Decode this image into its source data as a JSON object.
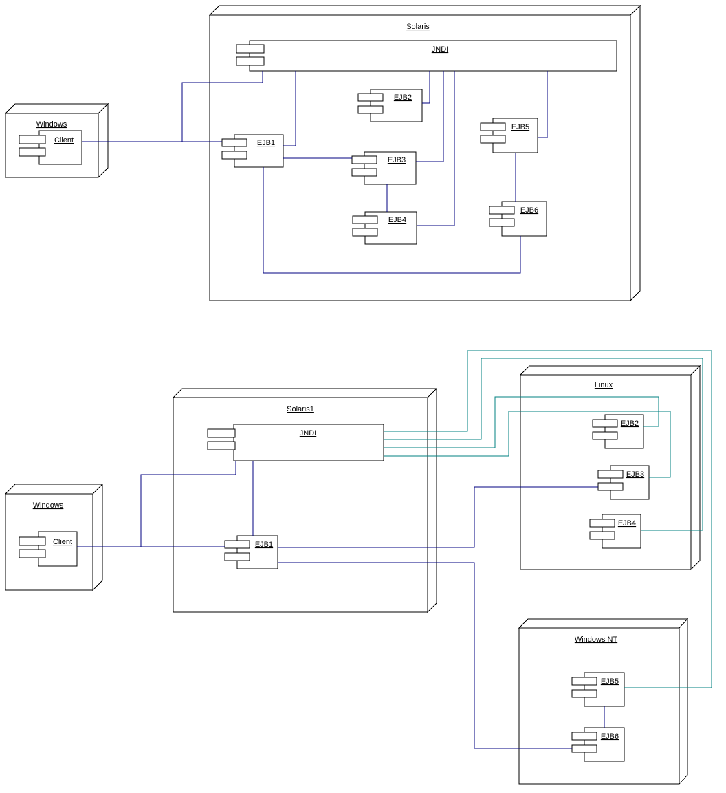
{
  "colors": {
    "background": "#ffffff",
    "shape_fill": "#ffffff",
    "shape_stroke": "#000000",
    "connector_primary": "#000080",
    "connector_secondary": "#008080"
  },
  "top_diagram": {
    "windows_node": {
      "label": "Windows"
    },
    "client_component": {
      "label": "Client"
    },
    "solaris_node": {
      "label": "Solaris"
    },
    "jndi_component": {
      "label": "JNDI"
    },
    "ejb1": {
      "label": "EJB1"
    },
    "ejb2": {
      "label": "EJB2"
    },
    "ejb3": {
      "label": "EJB3"
    },
    "ejb4": {
      "label": "EJB4"
    },
    "ejb5": {
      "label": "EJB5"
    },
    "ejb6": {
      "label": "EJB6"
    },
    "connections": [
      {
        "from": "Client",
        "to": "EJB1",
        "color": "#000080"
      },
      {
        "from": "Client",
        "to": "JNDI",
        "color": "#000080"
      },
      {
        "from": "JNDI",
        "to": "EJB1",
        "color": "#000080"
      },
      {
        "from": "JNDI",
        "to": "EJB2",
        "color": "#000080"
      },
      {
        "from": "JNDI",
        "to": "EJB3",
        "color": "#000080"
      },
      {
        "from": "JNDI",
        "to": "EJB4",
        "color": "#000080"
      },
      {
        "from": "JNDI",
        "to": "EJB5",
        "color": "#000080"
      },
      {
        "from": "EJB1",
        "to": "EJB3",
        "color": "#000080"
      },
      {
        "from": "EJB3",
        "to": "EJB4",
        "color": "#000080"
      },
      {
        "from": "EJB5",
        "to": "EJB6",
        "color": "#000080"
      },
      {
        "from": "EJB1",
        "to": "EJB6",
        "color": "#000080"
      }
    ]
  },
  "bottom_diagram": {
    "windows_node": {
      "label": "Windows"
    },
    "client_component": {
      "label": "Client"
    },
    "solaris1_node": {
      "label": "Solaris1"
    },
    "jndi_component": {
      "label": "JNDI"
    },
    "ejb1": {
      "label": "EJB1"
    },
    "linux_node": {
      "label": "Linux"
    },
    "ejb2": {
      "label": "EJB2"
    },
    "ejb3": {
      "label": "EJB3"
    },
    "ejb4": {
      "label": "EJB4"
    },
    "windows_nt_node": {
      "label": "Windows NT"
    },
    "ejb5": {
      "label": "EJB5"
    },
    "ejb6": {
      "label": "EJB6"
    },
    "connections": [
      {
        "from": "Client",
        "to": "EJB1",
        "color": "#000080"
      },
      {
        "from": "Client",
        "to": "JNDI",
        "color": "#000080"
      },
      {
        "from": "JNDI",
        "to": "EJB1",
        "color": "#000080"
      },
      {
        "from": "EJB1",
        "to": "EJB3",
        "color": "#000080"
      },
      {
        "from": "EJB1",
        "to": "EJB6",
        "color": "#000080"
      },
      {
        "from": "EJB5",
        "to": "EJB6",
        "color": "#000080"
      },
      {
        "from": "JNDI",
        "to": "EJB2",
        "color": "#008080"
      },
      {
        "from": "JNDI",
        "to": "EJB3",
        "color": "#008080"
      },
      {
        "from": "JNDI",
        "to": "EJB4",
        "color": "#008080"
      },
      {
        "from": "JNDI",
        "to": "EJB5",
        "color": "#008080"
      }
    ]
  }
}
